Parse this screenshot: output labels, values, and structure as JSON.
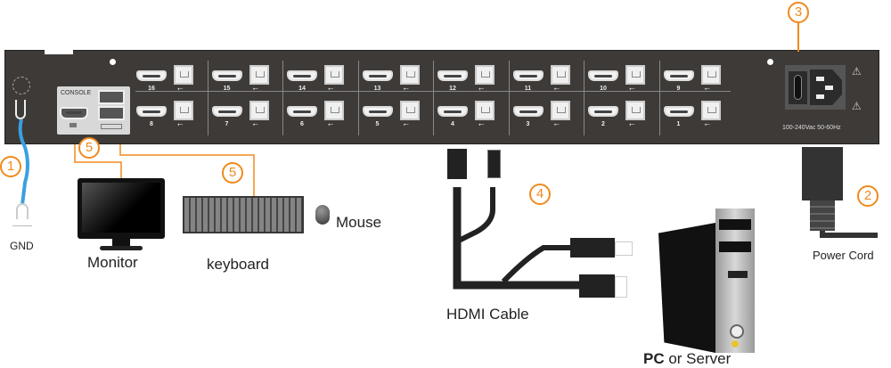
{
  "diagram": {
    "title": "KVM Switch Rear Panel Connection Diagram",
    "console": {
      "label": "CONSOLE",
      "ports": [
        "hdmi",
        "usb-a",
        "usb-a"
      ]
    },
    "ports_top": [
      "16",
      "15",
      "14",
      "13",
      "12",
      "11",
      "10",
      "9"
    ],
    "ports_bottom": [
      "8",
      "7",
      "6",
      "5",
      "4",
      "3",
      "2",
      "1"
    ],
    "power_rating": "100-240Vac 50-60Hz",
    "callouts": [
      "1",
      "2",
      "3",
      "4",
      "5",
      "5"
    ],
    "labels": {
      "gnd": "GND",
      "monitor": "Monitor",
      "keyboard": "keyboard",
      "mouse": "Mouse",
      "hdmi_cable": "HDMI Cable",
      "pc_prefix": "PC",
      "pc_suffix": " or Server",
      "power_cord": "Power Cord"
    },
    "colors": {
      "callout": "#f08a1c",
      "ground_wire": "#3aa0e0",
      "panel": "#3d3a38"
    }
  }
}
